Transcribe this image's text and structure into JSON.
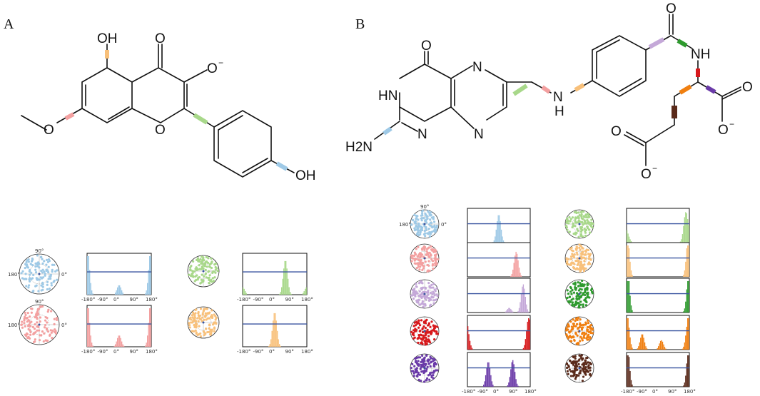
{
  "panels": {
    "a_label": "A",
    "b_label": "B"
  },
  "molecule_a": {
    "atoms": {
      "oh_top": "OH",
      "o_keto": "O",
      "o_minus": "O",
      "o_minus_charge": "−",
      "o_ring": "O",
      "o_methoxy": "O",
      "oh_phenol": "OH"
    }
  },
  "molecule_b": {
    "atoms": {
      "o_pter": "O",
      "hn": "HN",
      "n_top": "N",
      "n_bot1": "N",
      "n_bot2": "N",
      "h2n": "H2N",
      "nh_link_n": "N",
      "nh_link_h": "H",
      "o_amide": "O",
      "nh_amide": "NH",
      "o_c1": "O",
      "o_c1_minus": "O",
      "o_c2": "O",
      "o_c2_minus": "O",
      "charge": "−"
    }
  },
  "polar_labels": {
    "top": "90°",
    "left": "180°",
    "right": "0°"
  },
  "tick_labels": [
    "-180°",
    "-90°",
    "0°",
    "90°",
    "180°"
  ],
  "colors": {
    "blue": "#9ec9e6",
    "pink": "#f3a0a0",
    "green": "#a8d88a",
    "orange": "#f8c07a",
    "lilac": "#c4a8d8",
    "dkgreen": "#2e9a2e",
    "red": "#d7191c",
    "orange2": "#f07f10",
    "purple": "#6a3aa8",
    "brown": "#5a2a1a",
    "line": "#3a55a0"
  },
  "chart_data": {
    "type": "bar",
    "x": [
      -180,
      -90,
      0,
      90,
      180
    ],
    "series_a": [
      {
        "color": "blue",
        "peaks": [
          [
            -180,
            0.7
          ],
          [
            0,
            0.25
          ],
          [
            180,
            0.7
          ]
        ]
      },
      {
        "color": "pink",
        "peaks": [
          [
            -180,
            0.65
          ],
          [
            0,
            0.3
          ],
          [
            180,
            0.7
          ]
        ]
      },
      {
        "color": "green",
        "peaks": [
          [
            -180,
            0.2
          ],
          [
            60,
            0.9
          ]
        ]
      },
      {
        "color": "orange",
        "peaks": [
          [
            0,
            0.9
          ]
        ]
      }
    ],
    "series_b_left": [
      {
        "color": "blue",
        "peaks": [
          [
            0,
            0.9
          ]
        ]
      },
      {
        "color": "pink",
        "peaks": [
          [
            100,
            0.8
          ]
        ]
      },
      {
        "color": "lilac",
        "peaks": [
          [
            60,
            0.15
          ],
          [
            140,
            0.9
          ]
        ]
      },
      {
        "color": "red",
        "peaks": [
          [
            -175,
            0.25
          ],
          [
            170,
            0.9
          ]
        ]
      },
      {
        "color": "purple",
        "peaks": [
          [
            -60,
            0.8
          ],
          [
            80,
            0.85
          ]
        ]
      }
    ],
    "series_b_right": [
      {
        "color": "green",
        "peaks": [
          [
            -175,
            0.25
          ],
          [
            160,
            0.95
          ]
        ]
      },
      {
        "color": "orange",
        "peaks": [
          [
            -175,
            0.95
          ],
          [
            175,
            0.95
          ]
        ]
      },
      {
        "color": "dkgreen",
        "peaks": [
          [
            -175,
            0.95
          ],
          [
            178,
            0.9
          ]
        ]
      },
      {
        "color": "orange2",
        "peaks": [
          [
            -175,
            0.9
          ],
          [
            -90,
            0.5
          ],
          [
            20,
            0.3
          ],
          [
            170,
            0.55
          ]
        ]
      },
      {
        "color": "brown",
        "peaks": [
          [
            -175,
            0.85
          ],
          [
            178,
            0.95
          ]
        ]
      }
    ]
  }
}
